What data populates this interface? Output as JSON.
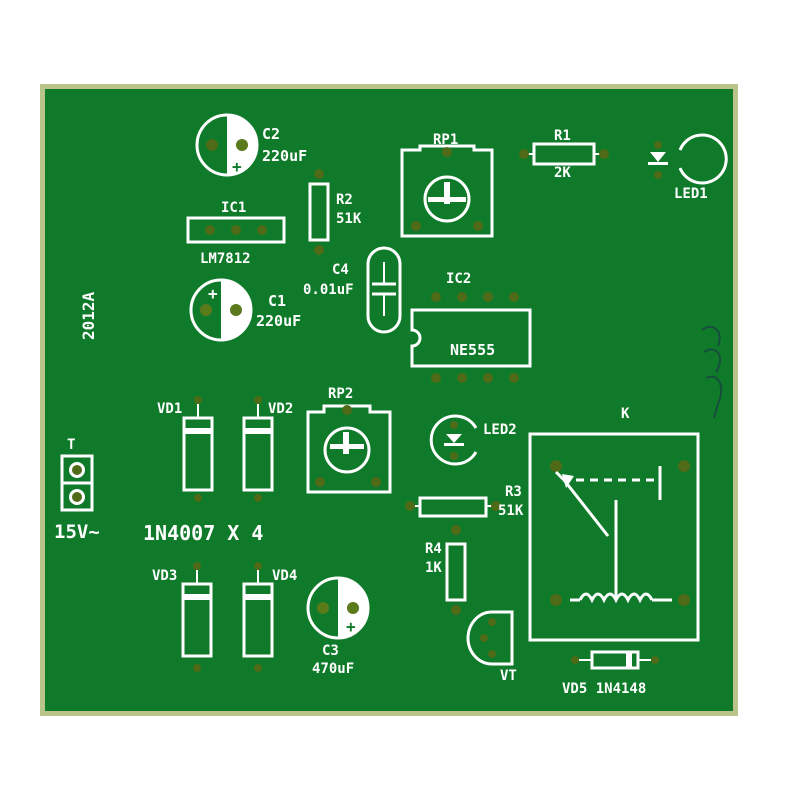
{
  "board": {
    "colors": {
      "board": "#0f7a2a",
      "board_edge": "#b8c48a",
      "silkscreen": "#ffffff",
      "pad": "#4f6b18"
    },
    "labels": {
      "c2_ref": "C2",
      "c2_val": "220uF",
      "rp1_ref": "RP1",
      "r1_ref": "R1",
      "r1_val": "2K",
      "led1_ref": "LED1",
      "r2_ref": "R2",
      "r2_val": "51K",
      "ic1_ref": "IC1",
      "ic1_val": "LM7812",
      "c4_ref": "C4",
      "c4_val": "0.01uF",
      "ic2_ref": "IC2",
      "ic2_val": "NE555",
      "board_code": "2012A",
      "c1_ref": "C1",
      "c1_val": "220uF",
      "vd1_ref": "VD1",
      "vd2_ref": "VD2",
      "rp2_ref": "RP2",
      "led2_ref": "LED2",
      "k_ref": "K",
      "t_ref": "T",
      "input_label": "15V~",
      "diode_note": "1N4007 X 4",
      "r3_ref": "R3",
      "r3_val": "51K",
      "r4_ref": "R4",
      "r4_val": "1K",
      "vd3_ref": "VD3",
      "vd4_ref": "VD4",
      "c3_ref": "C3",
      "c3_val": "470uF",
      "vt_ref": "VT",
      "vd5_label": "VD5 1N4148"
    }
  }
}
